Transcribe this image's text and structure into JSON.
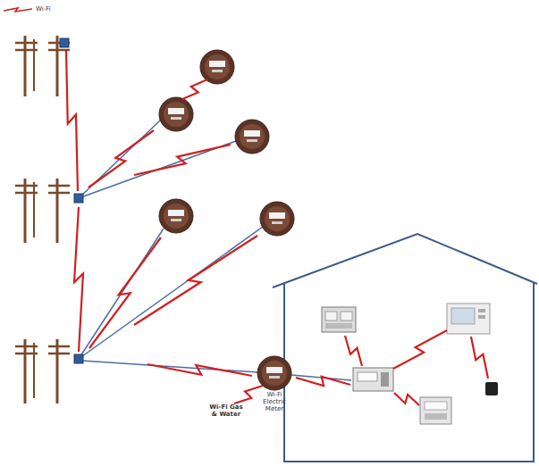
{
  "diagram": {
    "nodes": [
      {
        "text": [
          "Wi-Fi Electric Meter"
        ]
      }
    ],
    "labels": [
      "Wi-Fi Gas & Water"
    ],
    "legend": [
      {
        "text": "Wi-Fi"
      }
    ]
  }
}
